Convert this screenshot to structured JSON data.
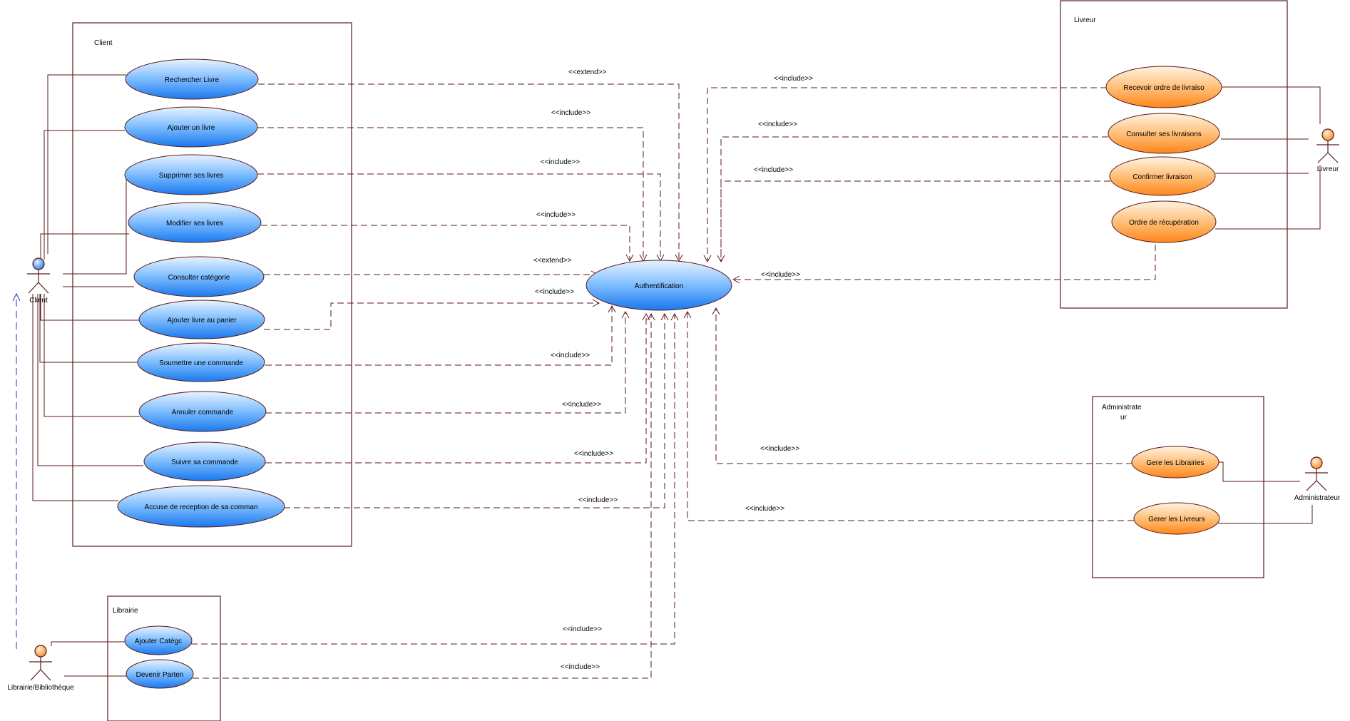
{
  "packages": {
    "client": "Client",
    "librairie": "Librairie",
    "livreur": "Livreur",
    "administrateur_line1": "Administrate",
    "administrateur_line2": "ur"
  },
  "actors": {
    "client": "Client",
    "livreur": "Livreur",
    "administrateur": "Administrateur",
    "librairie": "Librairie/Bibliothèque"
  },
  "central_use_case": "Authentification",
  "client_use_cases": [
    {
      "label": "Rechercher Livre",
      "relation": "<<extend>>"
    },
    {
      "label": "Ajouter un livre",
      "relation": "<<include>>"
    },
    {
      "label": "Supprimer ses livres",
      "relation": "<<include>>"
    },
    {
      "label": "Modifier ses livres",
      "relation": "<<include>>"
    },
    {
      "label": "Consulter catégorie",
      "relation": "<<extend>>"
    },
    {
      "label": "Ajouter livre au panier",
      "relation": "<<include>>"
    },
    {
      "label": "Soumettre une commande",
      "relation": "<<include>>"
    },
    {
      "label": "Annuler commande",
      "relation": "<<include>>"
    },
    {
      "label": "Suivre sa commande",
      "relation": "<<include>>"
    },
    {
      "label": "Accuse de reception de sa comman",
      "relation": "<<include>>"
    }
  ],
  "librairie_use_cases": [
    {
      "label": "Ajouter Catégc",
      "relation": "<<include>>"
    },
    {
      "label": "Devenir Parten",
      "relation": "<<include>>"
    }
  ],
  "livreur_use_cases": [
    {
      "label": "Recevoir ordre de livraiso",
      "relation": "<<include>>"
    },
    {
      "label": "Consulter ses livraisons",
      "relation": "<<include>>"
    },
    {
      "label": "Confirmer livraison",
      "relation": "<<include>>"
    },
    {
      "label": "Ordre de récupération",
      "relation": "<<include>>"
    }
  ],
  "admin_use_cases": [
    {
      "label": "Gere les Librairies",
      "relation": "<<include>>"
    },
    {
      "label": "Gerer les Livreurs",
      "relation": "<<include>>"
    }
  ],
  "colors": {
    "border": "#5a1a1a",
    "blue_top": "#e6f2ff",
    "blue_bottom": "#1e7df0",
    "orange_top": "#fff1de",
    "orange_bottom": "#ff8a1e",
    "dashed_blue": "#2233bb"
  }
}
